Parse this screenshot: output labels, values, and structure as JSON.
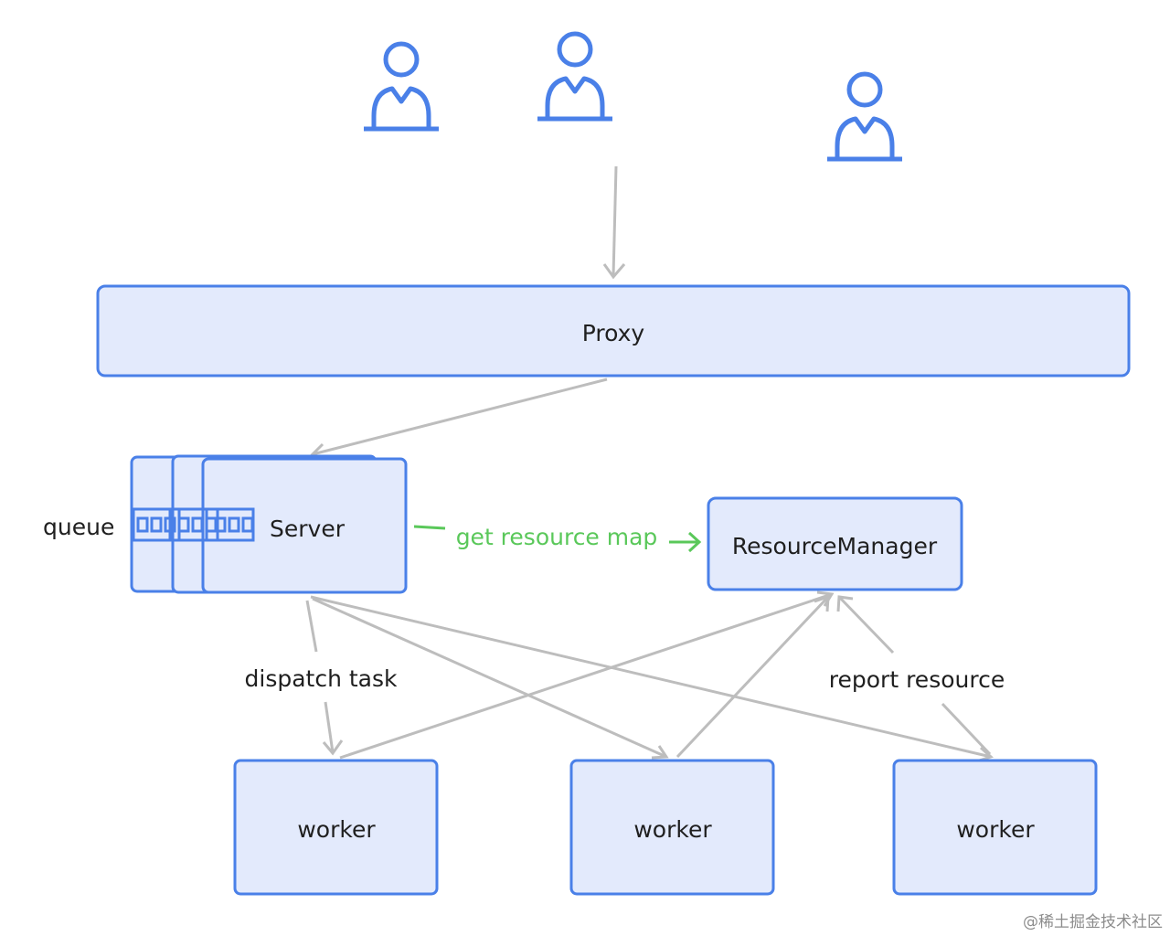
{
  "colors": {
    "box_fill": "#e3eafc",
    "box_stroke": "#4a80e8",
    "user_icon": "#4a80e8",
    "edge": "#bdbdbd",
    "resource_edge": "#5ac85a",
    "text": "#1f1f1f",
    "watermark": "#8c8c8c"
  },
  "users": [
    {
      "icon": "user-icon"
    },
    {
      "icon": "user-icon"
    },
    {
      "icon": "user-icon"
    }
  ],
  "proxy": {
    "label": "Proxy"
  },
  "server": {
    "label": "Server",
    "queue_label": "queue"
  },
  "resource_manager": {
    "label": "ResourceManager"
  },
  "workers": [
    {
      "label": "worker"
    },
    {
      "label": "worker"
    },
    {
      "label": "worker"
    }
  ],
  "edges": {
    "get_resource_map": "get resource map",
    "dispatch_task": "dispatch task",
    "report_resource": "report resource"
  },
  "watermark": "@稀土掘金技术社区"
}
